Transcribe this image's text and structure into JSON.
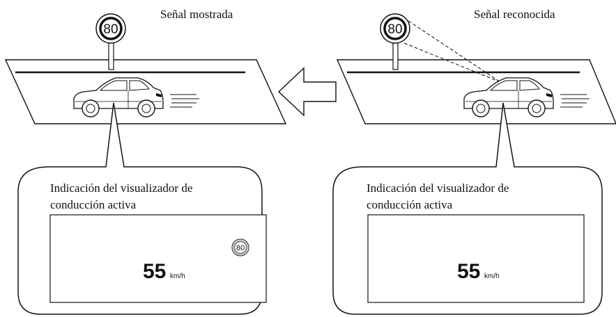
{
  "scene_left": {
    "caption": "Señal mostrada",
    "road_sign_value": "80",
    "callout_line1": "Indicación del visualizador de",
    "callout_line2": "conducción activa",
    "display_speed": "55",
    "display_unit": "km/h",
    "display_sign_value": "80"
  },
  "scene_right": {
    "caption": "Señal reconocida",
    "road_sign_value": "80",
    "callout_line1": "Indicación del visualizador de",
    "callout_line2": "conducción activa",
    "display_speed": "55",
    "display_unit": "km/h"
  },
  "arrow_direction": "right-to-left",
  "icons": [
    "speed-limit-sign-icon",
    "car-icon",
    "arrow-left-icon",
    "speed-limit-display-icon"
  ],
  "colors": {
    "stroke": "#111111",
    "background": "#ffffff",
    "sign_ring_gray": "#8a8a8a"
  }
}
